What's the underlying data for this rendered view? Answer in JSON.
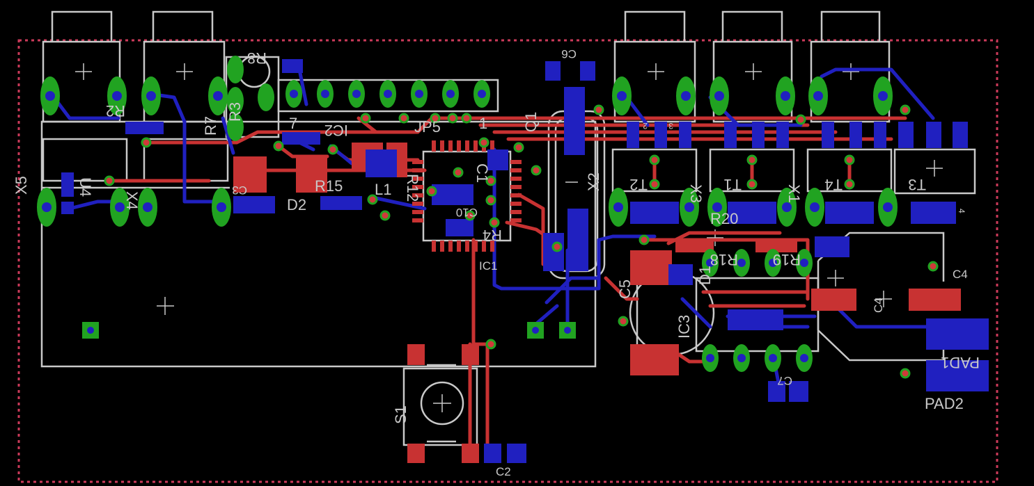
{
  "colors": {
    "background": "#000000",
    "outline": "#C9C9C9",
    "top_copper": "#C83232",
    "bottom_copper": "#2020C0",
    "via_fill": "#21A321",
    "via_hole": "#D03A3A",
    "dimension": "#CC3A5A"
  },
  "labels": {
    "x5": "X5",
    "x4": "X4",
    "u4": "U4",
    "r2": "R2",
    "r7": "R7",
    "r8": "R8",
    "r3": "R3",
    "r1_top": "1",
    "c3": "C3",
    "ic2": "IC2",
    "jp5": "JP5",
    "jp5_pin7": "7",
    "jp5_pin1": "1",
    "d2": "D2",
    "r15": "R15",
    "l1": "L1",
    "r12": "R12",
    "c1": "C1",
    "c10": "C10",
    "r4": "R4",
    "ic1": "IC1",
    "c6": "C6",
    "q1": "Q1",
    "x2": "X2",
    "t2": "T2",
    "x3": "X3",
    "t1": "T1",
    "x1": "X1",
    "t4": "T4",
    "t3": "T3",
    "r20": "R20",
    "r18": "R18",
    "r19": "R19",
    "c5": "C5",
    "d1": "D1",
    "ic3": "IC3",
    "c4a": "C4",
    "c4b": "C4",
    "c7": "C7",
    "pad1": "PAD1",
    "pad2": "PAD2",
    "s1": "S1",
    "c2": "C2",
    "pin2": "2",
    "pin3": "3",
    "pin4": "4"
  }
}
